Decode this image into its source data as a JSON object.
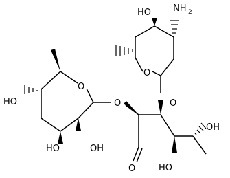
{
  "molecule": {
    "atom_labels": {
      "ho_top": "HO",
      "nh2": "NH",
      "nh2_sub": "2",
      "o_ring_sugar": "O",
      "o_ring_fucose": "O",
      "o_link_left": "O",
      "o_link_right": "O",
      "ho_c4": "HO",
      "ho_c3": "HO",
      "oh_c2": "OH",
      "o_aldehyde": "O",
      "ho_c4_chain": "HO",
      "oh_c5_chain": "OH"
    }
  },
  "colors": {
    "bond": "#000000",
    "background": "#ffffff"
  }
}
